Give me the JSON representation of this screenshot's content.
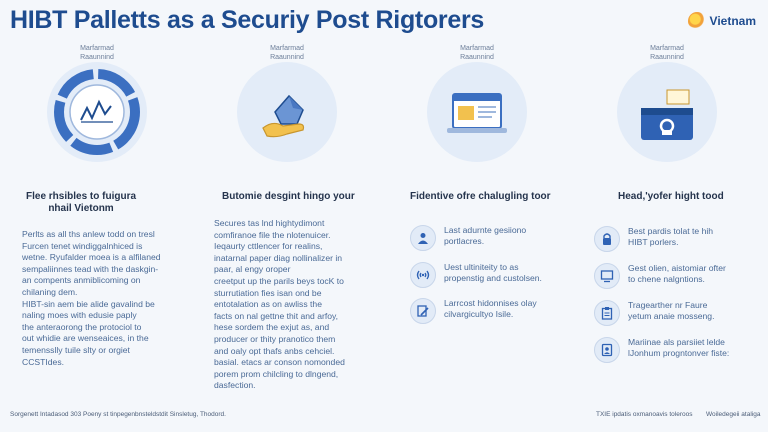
{
  "header": {
    "title": "HIBT Palletts as a Securiy Post Rigtorers",
    "brand": "Vietnam",
    "brand_icon": "sun-logo-icon"
  },
  "heroes": [
    {
      "caption": [
        "Marfarmad",
        "Raaunnind"
      ],
      "icon": "chart-gauge-icon"
    },
    {
      "caption": [
        "Marfarmad",
        "Raaunnind"
      ],
      "icon": "hand-house-icon"
    },
    {
      "caption": [
        "Marfarmad",
        "Raaunnind"
      ],
      "icon": "document-laptop-icon"
    },
    {
      "caption": [
        "Marfarmad",
        "Raaunnind"
      ],
      "icon": "secure-box-icon"
    }
  ],
  "columns": [
    {
      "title": [
        "Flee rhsibles to fuigura",
        "nhail Vietonm"
      ],
      "body": [
        "Perlts as all ths anlew todd on tresl",
        "Furcen tenet windiggalnhiced is",
        "wetne. Ryufalder moea is a alfilaned",
        "sempaliinnes tead with the daskgin-",
        "an compents anmiblicoming on",
        "chilaning dem.",
        "HIBT-sin aem bie alide gavalind be",
        "naling moes with edusie paply",
        "the anteraorong the protociol to",
        "out whidie are wenseaices, in the",
        "temensslly tuile slty or orgiet",
        "CCSTIdes."
      ]
    },
    {
      "title": [
        "Butomie desgint hingo your"
      ],
      "body": [
        "Secures tas lnd hightydimont",
        "comfiranoe file the nlotenuicer.",
        "Ieqaurty cttlencer for realins,",
        "inatarnal paper diag nollinalizer in",
        "paar, al engy oroper",
        "creetput up the parils beys tocK to",
        "sturrutiation fies isan ond be",
        "entotalation as on awliss the",
        "facts on nal gettne thit and arfoy,",
        "hese sordem the exjut as, and",
        "producer or thity pranotico them",
        "and oaly opt thafs anbs cehciel.",
        "basial. etacs ar conson nomonded",
        "porem prom chilcling to dlngend,",
        "dasfection."
      ]
    },
    {
      "title": [
        "Fidentive ofre chalugling toor"
      ],
      "items": [
        {
          "icon": "person-icon",
          "lines": [
            "Last adurnte gesiiono",
            "portlacres."
          ]
        },
        {
          "icon": "signal-waves-icon",
          "lines": [
            "Uest ultiniteity to as",
            "propenstig and custolsen."
          ]
        },
        {
          "icon": "edit-document-icon",
          "lines": [
            "Larrcost hidonnises olay",
            "cilvargicultyo Isile."
          ]
        }
      ]
    },
    {
      "title": [
        "Head,'yofer hight tood"
      ],
      "items": [
        {
          "icon": "padlock-icon",
          "lines": [
            "Best pardis tolat te hih",
            "HIBT porlers."
          ]
        },
        {
          "icon": "monitor-icon",
          "lines": [
            "Gest olien, aistomiar ofter",
            "to chene nalgntions."
          ]
        },
        {
          "icon": "clipboard-icon",
          "lines": [
            "Tragearther nr Faure",
            "yetum anaie mosseng."
          ]
        },
        {
          "icon": "id-badge-icon",
          "lines": [
            "Mariinae als parsiiet lelde",
            "lJonhum progntonver fiste:"
          ]
        }
      ]
    }
  ],
  "footer": {
    "left": "Sorgenett Intadasod 303 Poeny st tinpegenbnsteldstdit Sinsletug, Thodord.",
    "mid": "TXIE ipdatis oxmanoavis toleroos",
    "right": "Woiledegeii ataliga"
  },
  "colors": {
    "title": "#1e4c8f",
    "accent": "#3b6fc1",
    "body_text": "#4a6a96",
    "background": "#f4f7fb"
  }
}
